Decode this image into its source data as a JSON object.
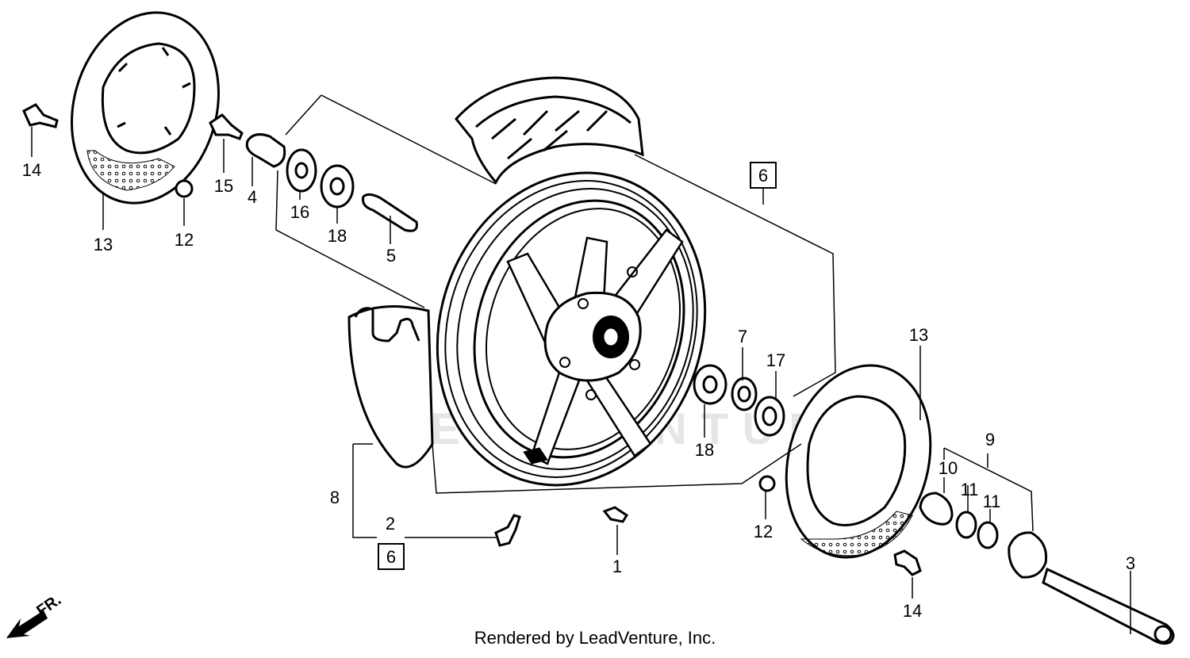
{
  "footer": "Rendered by LeadVenture, Inc.",
  "watermark": "LEADVENTURE",
  "direction_label": "FR.",
  "callouts": {
    "c14a": "14",
    "c13a": "13",
    "c12a": "12",
    "c15": "15",
    "c4": "4",
    "c16": "16",
    "c18a": "18",
    "c5": "5",
    "c6a": "6",
    "c7": "7",
    "c17": "17",
    "c13b": "13",
    "c18b": "18",
    "c9": "9",
    "c10": "10",
    "c11a": "11",
    "c11b": "11",
    "c8": "8",
    "c2": "2",
    "c6b": "6",
    "c1": "1",
    "c12b": "12",
    "c14b": "14",
    "c3": "3"
  }
}
